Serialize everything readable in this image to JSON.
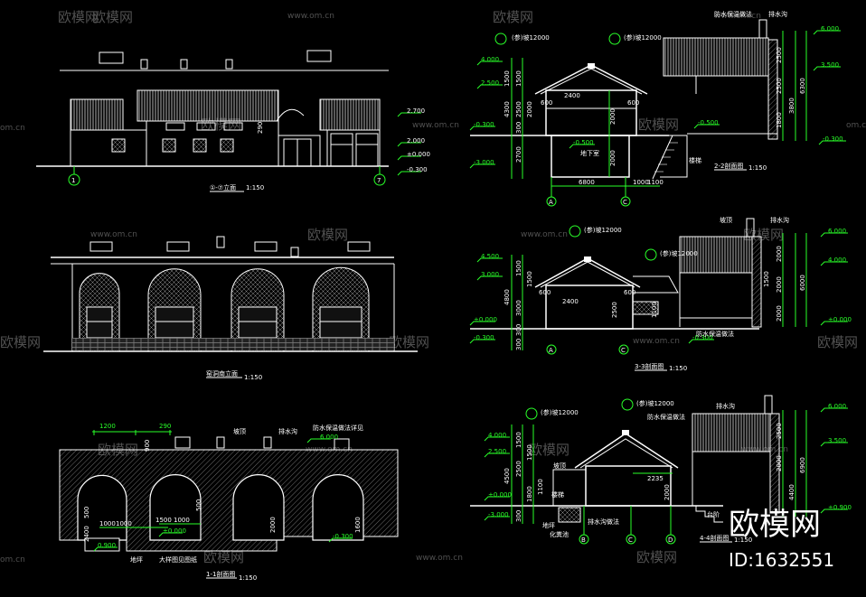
{
  "watermark": {
    "brand": "欧模网",
    "url": "www.om.cn",
    "url_short": "om.cn",
    "brand_large": "欧模网",
    "id_text": "ID:1632551"
  },
  "elevation_1": {
    "title": "①-⑦立面",
    "scale": "1:150",
    "axis_left": "1",
    "axis_right": "7",
    "levels": [
      "2.700",
      "2.000",
      "±0.000",
      "-0.300"
    ],
    "dim": "290"
  },
  "elevation_2": {
    "title": "窑洞南立面",
    "scale": "1:150"
  },
  "section_1": {
    "title": "1-1剖面图",
    "scale": "1:150",
    "dims_top": [
      "1200",
      "290"
    ],
    "dims_mid": [
      "1000",
      "1000",
      "1500",
      "1000"
    ],
    "levels": [
      "6.000",
      "±0.000",
      "0.900",
      "-0.300"
    ],
    "vert_dims": [
      "900",
      "500",
      "2000",
      "1600",
      "2400",
      "500"
    ],
    "notes": [
      "坡顶",
      "排水沟",
      "防水保温做法详见",
      "大样图见图纸",
      "地坪"
    ]
  },
  "section_2": {
    "title": "2-2剖面图",
    "scale": "1:150",
    "ridge_label": "(参)坡12000",
    "levels_left": [
      "4.000",
      "2.500",
      "-0.300",
      "-3.000"
    ],
    "levels_right": [
      "6.000",
      "3.500",
      "-0.300"
    ],
    "vdims_left": [
      "1500",
      "1500",
      "2500",
      "2000",
      "300",
      "2700"
    ],
    "vdims_mid": [
      "2000",
      "2000"
    ],
    "vdims_right": [
      "2500",
      "2500",
      "1800",
      "3800",
      "6300"
    ],
    "widths": [
      "2400",
      "600",
      "600",
      "6800",
      "1000",
      "1100"
    ],
    "heights": [
      "4300",
      "1500"
    ],
    "inner_levels": [
      "-0.500",
      "-3.000"
    ],
    "axes": [
      "A",
      "C"
    ],
    "notes": [
      "地下室",
      "楼梯",
      "防水保温做法",
      "排水沟"
    ]
  },
  "section_3": {
    "title": "3-3剖面图",
    "scale": "1:150",
    "ridge_label": "(参)坡12000",
    "levels_left": [
      "4.500",
      "3.000",
      "±0.000",
      "-0.300"
    ],
    "levels_right": [
      "6.000",
      "4.000",
      "±0.000"
    ],
    "vdims_left": [
      "1500",
      "1500",
      "3000",
      "300",
      "300",
      "4800"
    ],
    "vdims_mid": [
      "2500",
      "1100"
    ],
    "vdims_right": [
      "2000",
      "2000",
      "1500",
      "2000",
      "6000"
    ],
    "widths": [
      "2400",
      "600",
      "600"
    ],
    "axes": [
      "A",
      "C"
    ],
    "inner_levels": [
      "-0.300"
    ],
    "notes": [
      "坡顶",
      "排水沟",
      "防水保温做法"
    ]
  },
  "section_4": {
    "title": "4-4剖面图",
    "scale": "1:150",
    "ridge_label": "(参)坡12000",
    "levels_left": [
      "4.000",
      "2.500",
      "±0.000",
      "-3.000"
    ],
    "levels_right": [
      "6.000",
      "3.500",
      "±0.900"
    ],
    "vdims_left": [
      "1500",
      "1500",
      "2500",
      "1100",
      "1800",
      "300",
      "4500"
    ],
    "vdims_mid": [
      "2000"
    ],
    "vdims_right": [
      "2500",
      "2000",
      "4400",
      "6900"
    ],
    "widths": [
      "2235"
    ],
    "axes": [
      "B",
      "C",
      "D"
    ],
    "notes": [
      "坡顶",
      "排水沟",
      "防水保温做法",
      "地坪",
      "楼梯",
      "化粪池",
      "台阶",
      "排水沟做法"
    ]
  }
}
